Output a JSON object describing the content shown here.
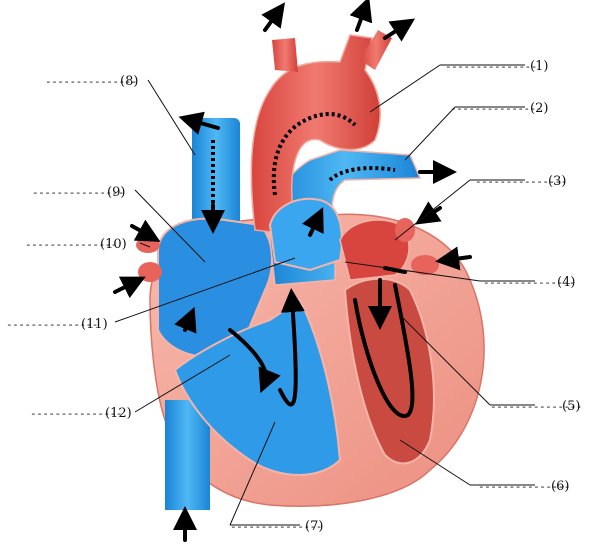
{
  "diagram": {
    "labels": [
      {
        "id": "1",
        "text": "(1)",
        "blank": "---------------"
      },
      {
        "id": "2",
        "text": "(2)",
        "blank": "---------------"
      },
      {
        "id": "3",
        "text": "(3)",
        "blank": "---------------"
      },
      {
        "id": "4",
        "text": "(4)",
        "blank": "---------------"
      },
      {
        "id": "5",
        "text": "(5)",
        "blank": "---------------"
      },
      {
        "id": "6",
        "text": "(6)",
        "blank": "---------------"
      },
      {
        "id": "7",
        "text": "(7)",
        "blank": "---------------"
      },
      {
        "id": "8",
        "text": "(8)",
        "blank": "---------------"
      },
      {
        "id": "9",
        "text": "(9)",
        "blank": "---------------"
      },
      {
        "id": "10",
        "text": "(10)",
        "blank": "---------------"
      },
      {
        "id": "11",
        "text": "(11)",
        "blank": "---------------"
      },
      {
        "id": "12",
        "text": "(12)",
        "blank": "---------------"
      }
    ],
    "colors": {
      "oxygenated": "#e8635c",
      "oxygenated_dark": "#c93a33",
      "deoxygenated": "#1e8fe0",
      "deoxygenated_light": "#47b4f2",
      "muscle": "#f2a79a",
      "arrow": "#000000"
    }
  }
}
